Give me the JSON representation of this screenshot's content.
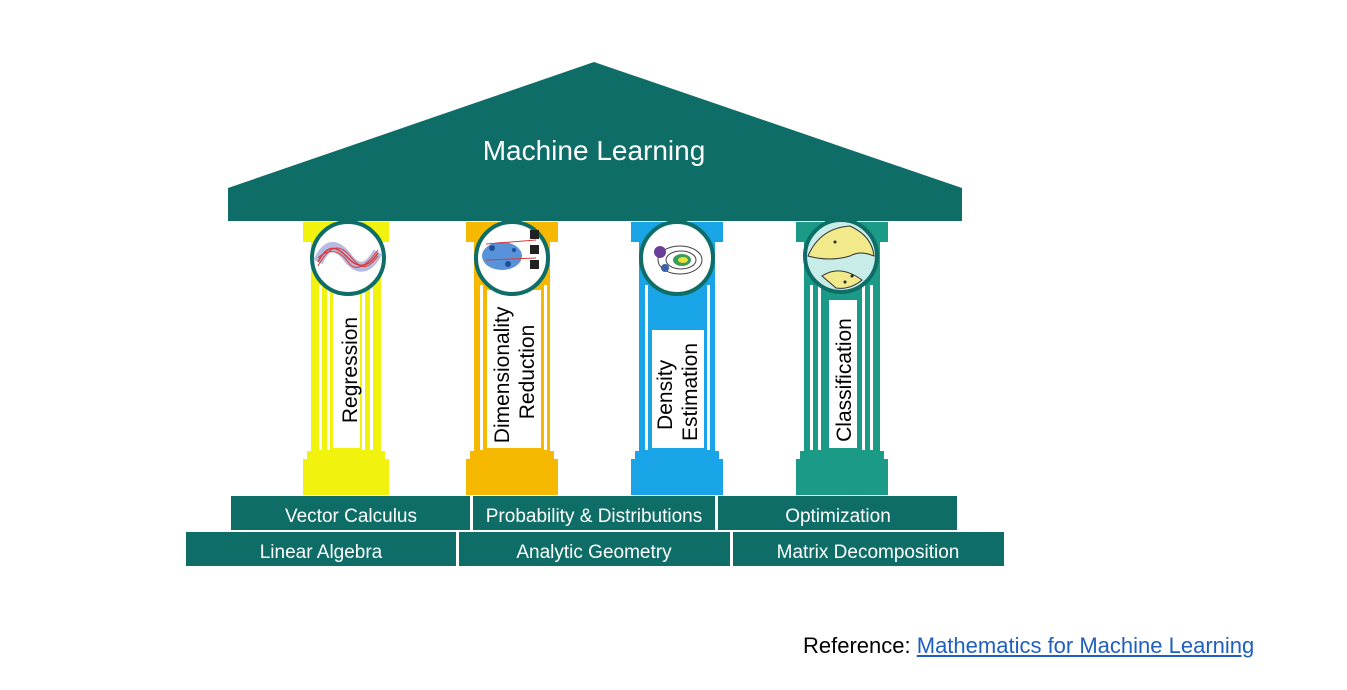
{
  "roof": {
    "title": "Machine Learning"
  },
  "pillars": [
    {
      "lines": [
        "Regression"
      ],
      "color": "#f2f20f",
      "icon": "regression-curves-icon"
    },
    {
      "lines": [
        "Dimensionality",
        "Reduction"
      ],
      "color": "#f6b800",
      "icon": "dimensionality-scatter-icon"
    },
    {
      "lines": [
        "Density",
        "Estimation"
      ],
      "color": "#1aa4e8",
      "icon": "density-contour-icon"
    },
    {
      "lines": [
        "Classification"
      ],
      "color": "#1a9a87",
      "icon": "classification-regions-icon"
    }
  ],
  "foundation_upper": [
    "Vector Calculus",
    "Probability & Distributions",
    "Optimization"
  ],
  "foundation_lower": [
    "Linear Algebra",
    "Analytic Geometry",
    "Matrix Decomposition"
  ],
  "reference": {
    "prefix": "Reference:",
    "link_text": "Mathematics for Machine Learning"
  },
  "colors": {
    "teal": "#0e6e67",
    "link": "#1f5fbf"
  }
}
